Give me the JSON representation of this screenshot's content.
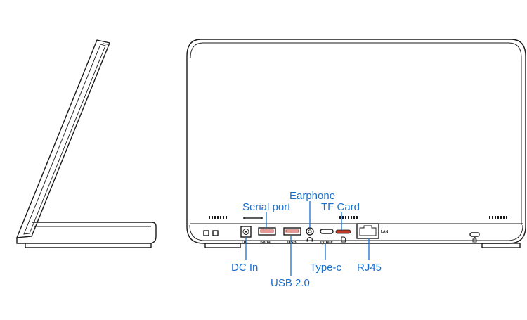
{
  "callouts": {
    "serial_port": "Serial port",
    "earphone": "Earphone",
    "tf_card": "TF Card",
    "dc_in": "DC In",
    "usb_20": "USB 2.0",
    "type_c": "Type-c",
    "rj45": "RJ45"
  },
  "port_labels": {
    "dc": "DC",
    "serial": "Serial",
    "usb": "USB",
    "type_c": "Type-c",
    "lan": "LAN"
  },
  "colors": {
    "callout": "#1a6fd1",
    "outline": "#1a1a1a",
    "port_red": "#c0392b"
  },
  "icons": {
    "earphone": "headphone-icon",
    "tf_card": "sd-card-icon",
    "lock": "lock-icon"
  }
}
